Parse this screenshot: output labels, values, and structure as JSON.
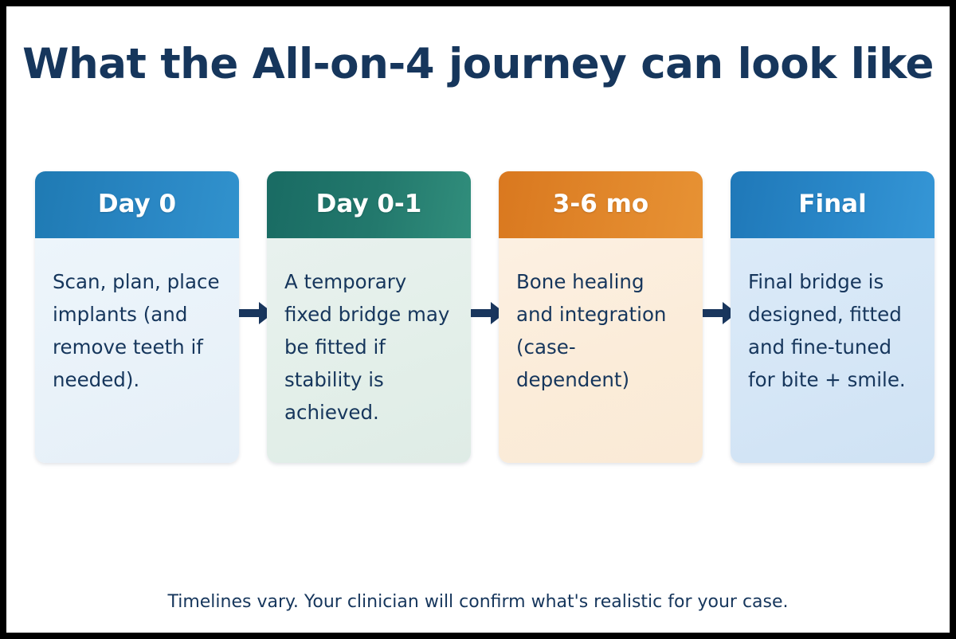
{
  "title": "What the All-on-4 journey can look like",
  "footnote": "Timelines vary. Your clinician will confirm what's realistic for your case.",
  "colors": {
    "title_text": "#16365c",
    "body_text": "#16365c",
    "arrow": "#19365d",
    "frame": "#000000",
    "canvas": "#ffffff",
    "card1_header": "#2a87c4",
    "card1_body": "#e9f2f9",
    "card2_header": "#23796d",
    "card2_body": "#e3efe9",
    "card3_header": "#e1872b",
    "card3_body": "#fbecd9",
    "card4_header": "#2a88c9",
    "card4_body": "#d5e6f6"
  },
  "stages": [
    {
      "label": "Day 0",
      "text": "Scan, plan, place implants (and remove teeth if needed)."
    },
    {
      "label": "Day 0-1",
      "text": "A temporary fixed bridge may be fitted if stability is achieved."
    },
    {
      "label": "3-6 mo",
      "text": "Bone healing and integration (case-dependent)"
    },
    {
      "label": "Final",
      "text": "Final bridge is designed, fitted and fine-tuned for bite + smile."
    }
  ],
  "connectors": [
    {
      "name": "arrow-right-icon"
    },
    {
      "name": "arrow-right-icon"
    },
    {
      "name": "arrow-right-icon"
    }
  ]
}
